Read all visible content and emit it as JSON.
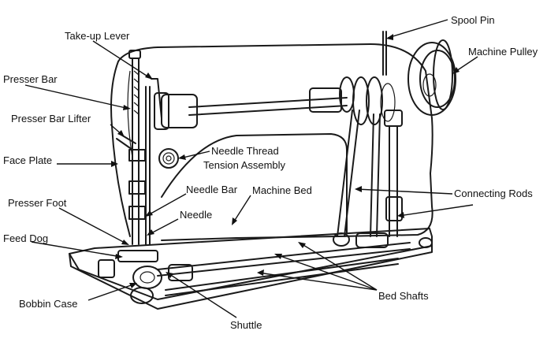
{
  "labels": {
    "spool_pin": "Spool Pin",
    "take_up_lever": "Take-up Lever",
    "machine_pulley": "Machine Pulley",
    "presser_bar": "Presser Bar",
    "presser_bar_lifter": "Presser Bar Lifter",
    "face_plate": "Face Plate",
    "needle_thread_line1": "Needle Thread",
    "needle_thread_line2": "Tension Assembly",
    "needle_bar": "Needle Bar",
    "machine_bed": "Machine Bed",
    "connecting_rods": "Connecting Rods",
    "presser_foot": "Presser Foot",
    "needle": "Needle",
    "feed_dog": "Feed Dog",
    "bed_shafts": "Bed Shafts",
    "bobbin_case": "Bobbin Case",
    "shuttle": "Shuttle"
  },
  "colors": {
    "line": "#1a1a1a",
    "background": "#ffffff"
  }
}
